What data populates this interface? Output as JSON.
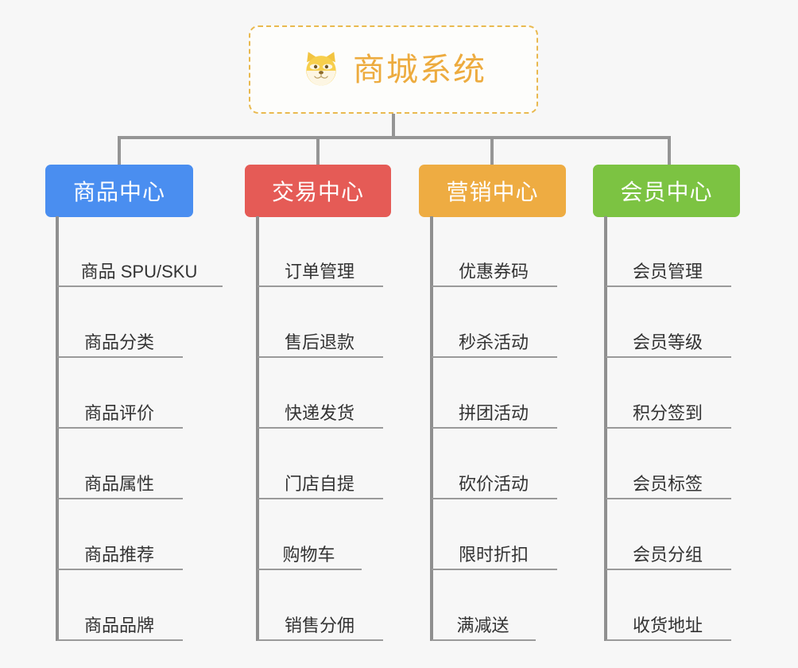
{
  "page": {
    "background_color": "#f7f7f7",
    "connector_color": "#959595",
    "underline_color": "#9a9a9a",
    "leaf_text_color": "#333333"
  },
  "root": {
    "title": "商城系统",
    "icon": "shiba-dog-face-icon",
    "icon_glyph": "🐶",
    "text_color": "#edab3e",
    "border_color": "#e9b94f",
    "background_color": "#fdfdfb"
  },
  "branches": [
    {
      "label": "商品中心",
      "color": "#4a8ef0",
      "items": [
        "商品 SPU/SKU",
        "商品分类",
        "商品评价",
        "商品属性",
        "商品推荐",
        "商品品牌"
      ]
    },
    {
      "label": "交易中心",
      "color": "#e55b56",
      "items": [
        "订单管理",
        "售后退款",
        "快递发货",
        "门店自提",
        "购物车",
        "销售分佣"
      ]
    },
    {
      "label": "营销中心",
      "color": "#eeac42",
      "items": [
        "优惠券码",
        "秒杀活动",
        "拼团活动",
        "砍价活动",
        "限时折扣",
        "满减送"
      ]
    },
    {
      "label": "会员中心",
      "color": "#7cc342",
      "items": [
        "会员管理",
        "会员等级",
        "积分签到",
        "会员标签",
        "会员分组",
        "收货地址"
      ]
    }
  ]
}
